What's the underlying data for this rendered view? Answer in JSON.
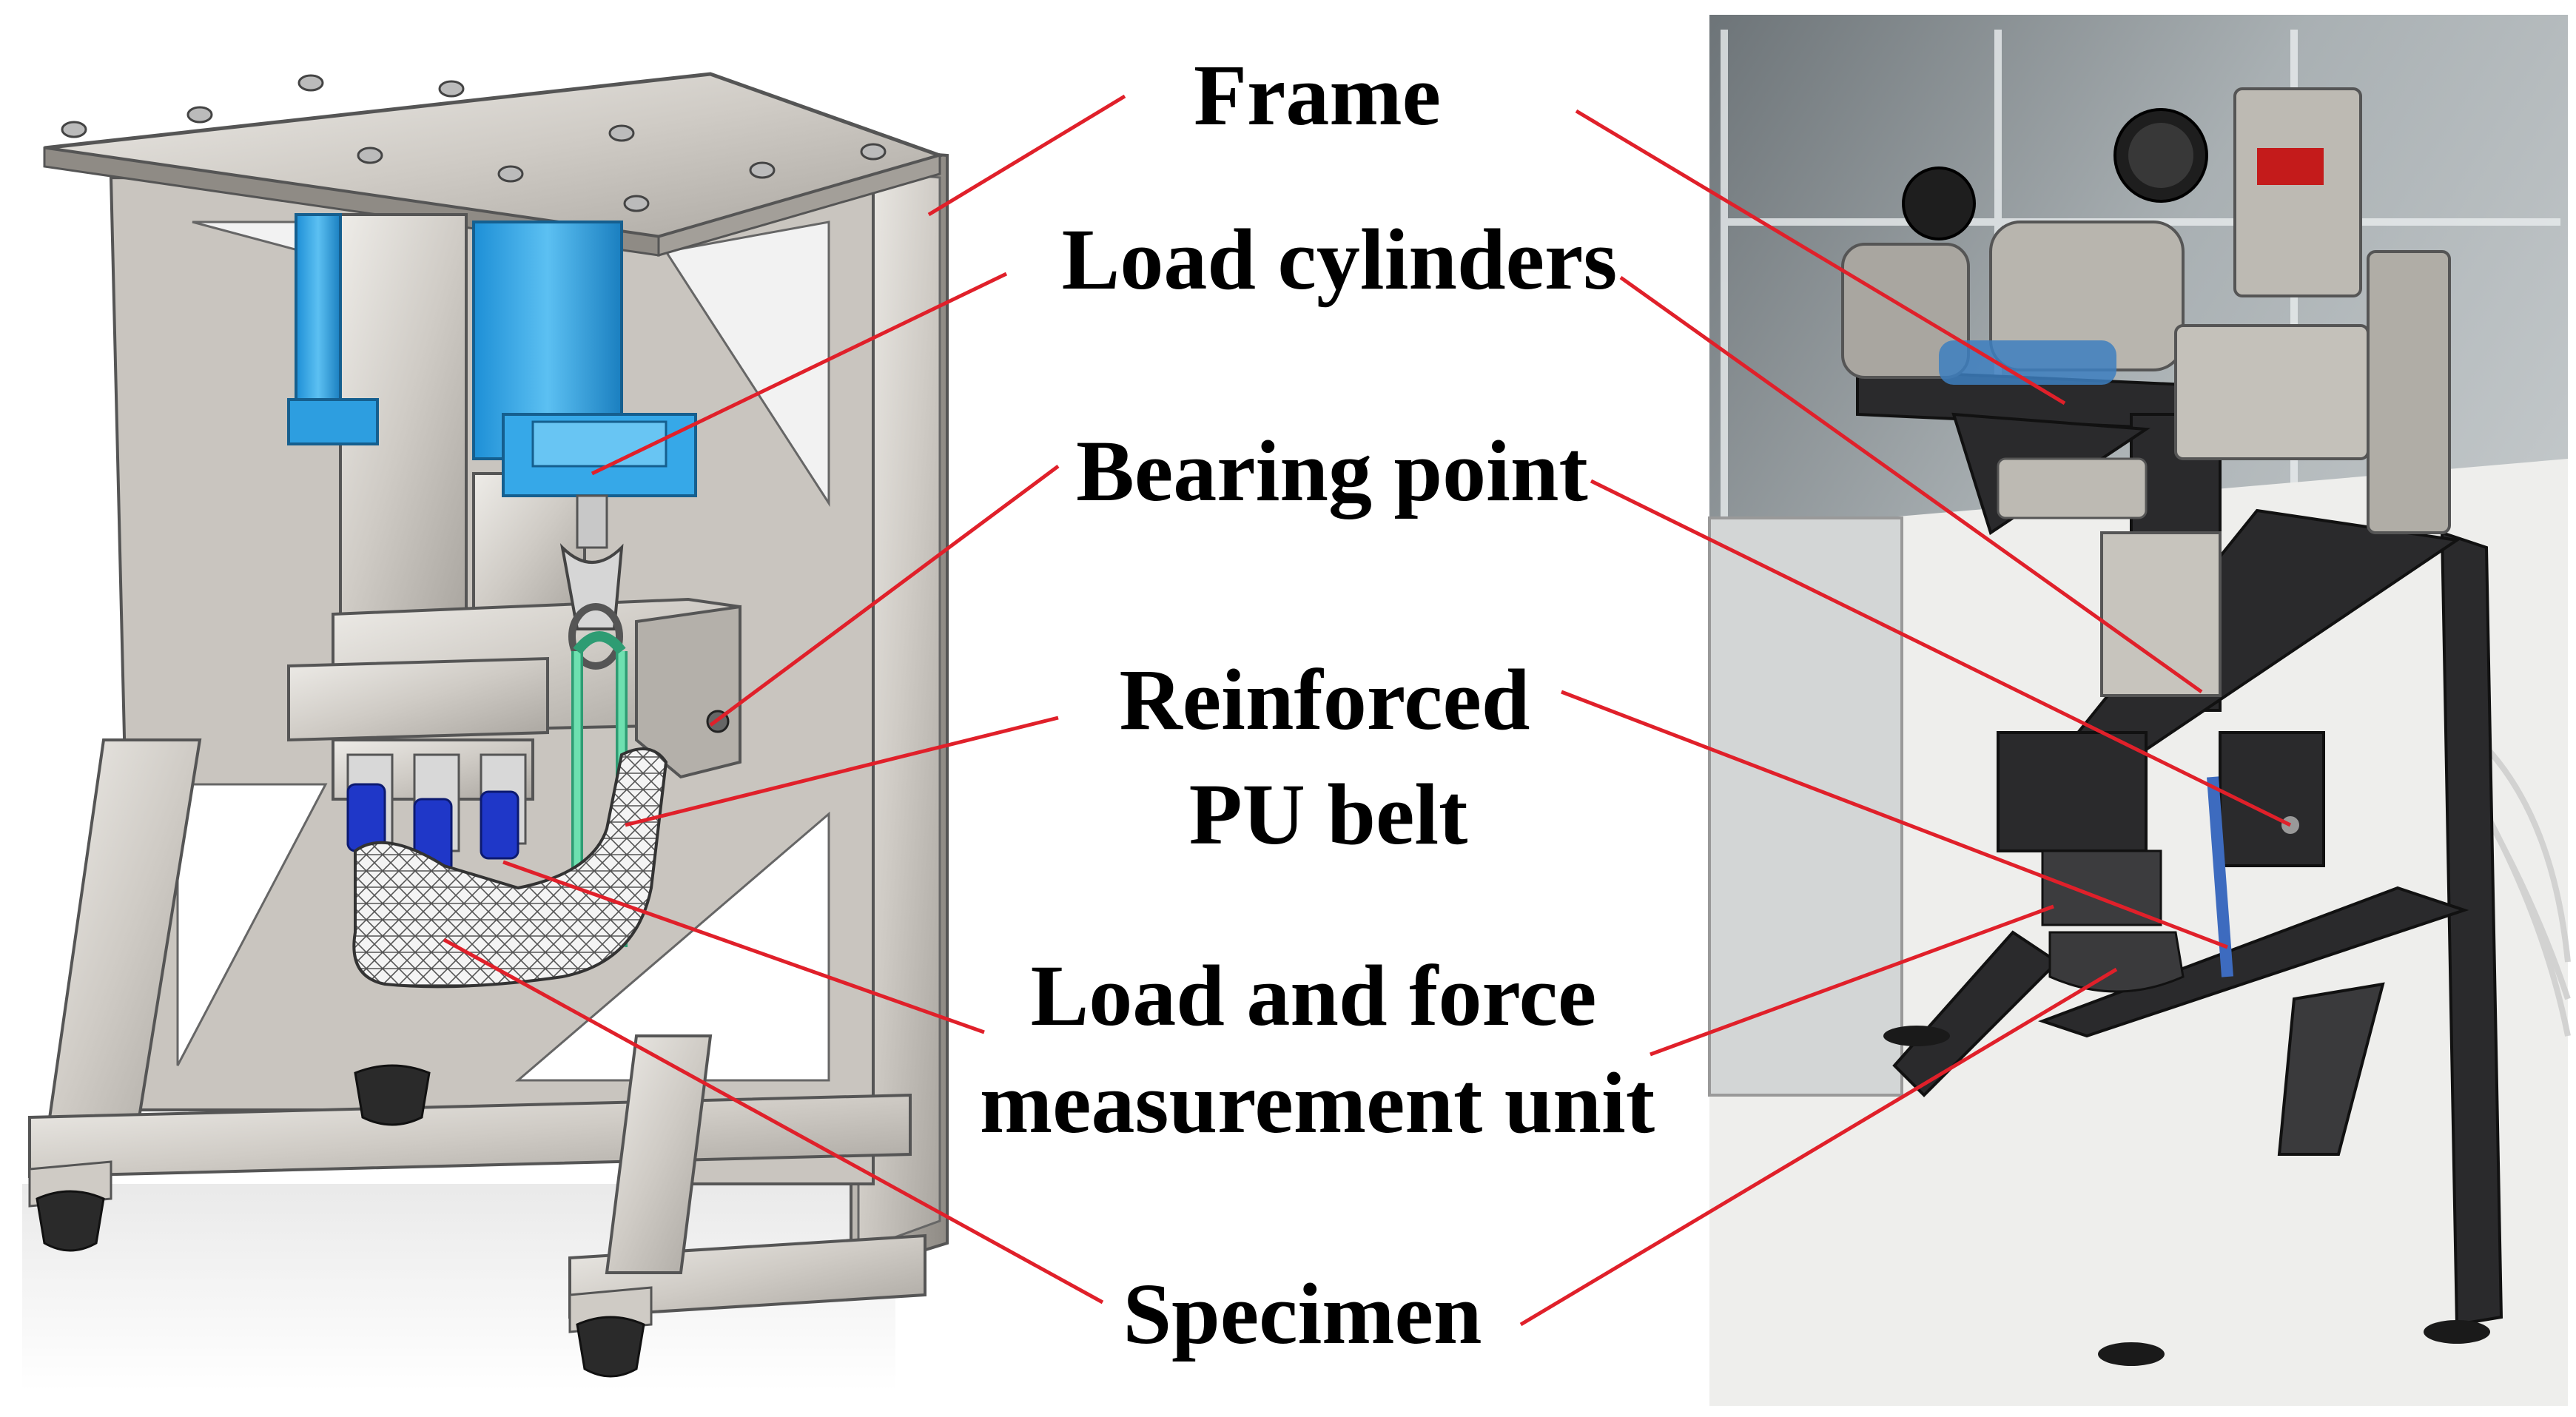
{
  "figure": {
    "labels": {
      "frame": "Frame",
      "load_cylinders": "Load cylinders",
      "bearing_point": "Bearing point",
      "pu_belt_line1": "Reinforced",
      "pu_belt_line2": "PU belt",
      "measurement_line1": "Load and force",
      "measurement_line2": "measurement unit",
      "specimen": "Specimen"
    },
    "colors": {
      "leader_line": "#e0202a",
      "text": "#000000",
      "frame_metal": "#d9d6d1",
      "cylinder_blue": "#3aa7e6",
      "piston_blue": "#1f37c8",
      "belt_green": "#5fd3a0",
      "photo_frame": "#2a2a2c"
    }
  }
}
